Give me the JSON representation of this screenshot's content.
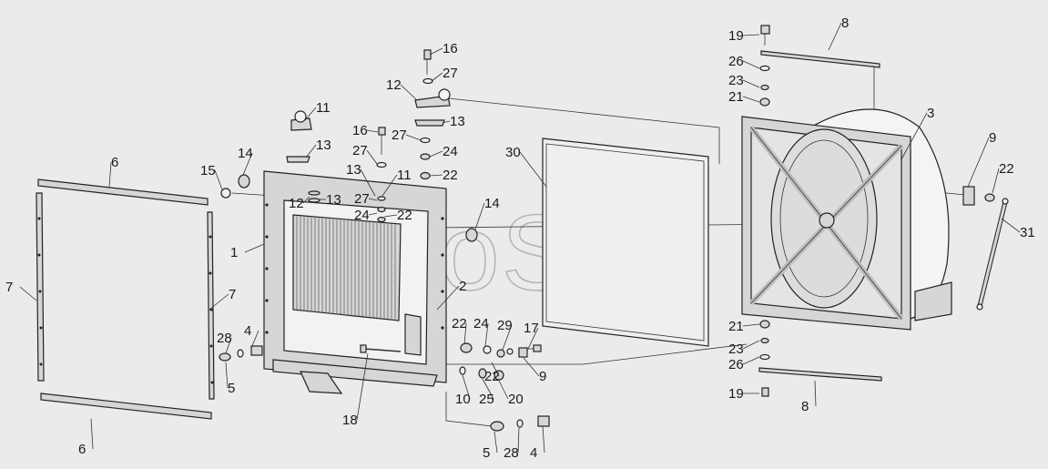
{
  "watermark": "AutoSoft",
  "colors": {
    "background": "#ebebeb",
    "part_fill": "#d6d6d6",
    "line": "#222222",
    "watermark": "#b5b5b5"
  },
  "callouts": [
    {
      "text": "16"
    },
    {
      "text": "27"
    },
    {
      "text": "12"
    },
    {
      "text": "13"
    },
    {
      "text": "11"
    },
    {
      "text": "13"
    },
    {
      "text": "16"
    },
    {
      "text": "27"
    },
    {
      "text": "24"
    },
    {
      "text": "27"
    },
    {
      "text": "22"
    },
    {
      "text": "13"
    },
    {
      "text": "14"
    },
    {
      "text": "15"
    },
    {
      "text": "6"
    },
    {
      "text": "12"
    },
    {
      "text": "13"
    },
    {
      "text": "27"
    },
    {
      "text": "11"
    },
    {
      "text": "24"
    },
    {
      "text": "22"
    },
    {
      "text": "14"
    },
    {
      "text": "1"
    },
    {
      "text": "7"
    },
    {
      "text": "7"
    },
    {
      "text": "28"
    },
    {
      "text": "4"
    },
    {
      "text": "5"
    },
    {
      "text": "2"
    },
    {
      "text": "22"
    },
    {
      "text": "24"
    },
    {
      "text": "29"
    },
    {
      "text": "17"
    },
    {
      "text": "22"
    },
    {
      "text": "9"
    },
    {
      "text": "10"
    },
    {
      "text": "25"
    },
    {
      "text": "20"
    },
    {
      "text": "18"
    },
    {
      "text": "6"
    },
    {
      "text": "5"
    },
    {
      "text": "28"
    },
    {
      "text": "4"
    },
    {
      "text": "30"
    },
    {
      "text": "19"
    },
    {
      "text": "8"
    },
    {
      "text": "26"
    },
    {
      "text": "23"
    },
    {
      "text": "21"
    },
    {
      "text": "3"
    },
    {
      "text": "9"
    },
    {
      "text": "22"
    },
    {
      "text": "31"
    },
    {
      "text": "21"
    },
    {
      "text": "23"
    },
    {
      "text": "26"
    },
    {
      "text": "19"
    },
    {
      "text": "8"
    }
  ]
}
